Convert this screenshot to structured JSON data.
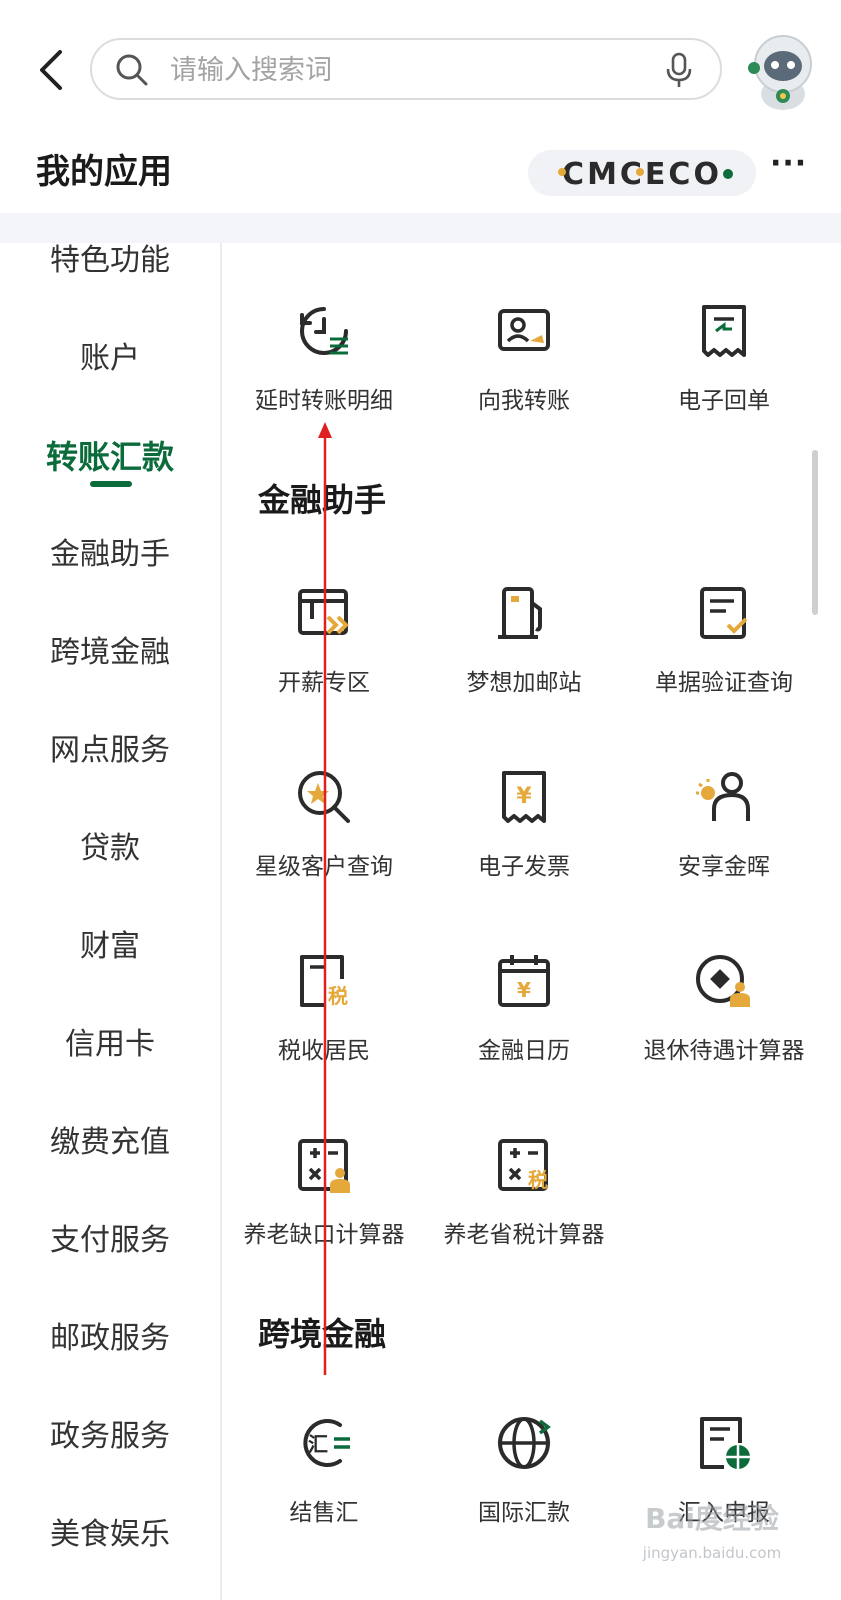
{
  "search": {
    "placeholder": "请输入搜索词"
  },
  "header": {
    "title": "我的应用",
    "more_label": "···"
  },
  "brand": {
    "logo_text": "CMCECO"
  },
  "sidebar": {
    "items": [
      {
        "label": "特色功能"
      },
      {
        "label": "账户"
      },
      {
        "label": "转账汇款",
        "active": true
      },
      {
        "label": "金融助手"
      },
      {
        "label": "跨境金融"
      },
      {
        "label": "网点服务"
      },
      {
        "label": "贷款"
      },
      {
        "label": "财富"
      },
      {
        "label": "信用卡"
      },
      {
        "label": "缴费充值"
      },
      {
        "label": "支付服务"
      },
      {
        "label": "邮政服务"
      },
      {
        "label": "政务服务"
      },
      {
        "label": "美食娱乐"
      }
    ]
  },
  "transfer": {
    "items": [
      {
        "label": "延时转账明细",
        "icon": "delay-transfer-icon"
      },
      {
        "label": "向我转账",
        "icon": "transfer-to-me-icon"
      },
      {
        "label": "电子回单",
        "icon": "e-receipt-icon"
      }
    ]
  },
  "finance": {
    "title": "金融助手",
    "items": [
      {
        "label": "开薪专区",
        "icon": "salary-zone-icon"
      },
      {
        "label": "梦想加邮站",
        "icon": "dream-station-icon"
      },
      {
        "label": "单据验证查询",
        "icon": "document-verify-icon"
      },
      {
        "label": "星级客户查询",
        "icon": "star-customer-search-icon"
      },
      {
        "label": "电子发票",
        "icon": "e-invoice-icon"
      },
      {
        "label": "安享金晖",
        "icon": "senior-care-icon"
      },
      {
        "label": "税收居民",
        "icon": "tax-resident-icon"
      },
      {
        "label": "金融日历",
        "icon": "finance-calendar-icon"
      },
      {
        "label": "退休待遇计算器",
        "icon": "retirement-calculator-icon"
      },
      {
        "label": "养老缺口计算器",
        "icon": "pension-gap-calculator-icon"
      },
      {
        "label": "养老省税计算器",
        "icon": "pension-tax-calculator-icon"
      }
    ]
  },
  "cross_border": {
    "title": "跨境金融",
    "items": [
      {
        "label": "结售汇",
        "icon": "fx-exchange-icon"
      },
      {
        "label": "国际汇款",
        "icon": "international-remit-icon"
      },
      {
        "label": "汇入申报",
        "icon": "inbound-declare-icon"
      }
    ]
  },
  "badges": {
    "tax_char": "税",
    "yuan_char": "¥"
  },
  "watermark": {
    "text": "Bai度经验",
    "url_text": "jingyan.baidu.com"
  },
  "colors": {
    "accent_green": "#0b6b3a",
    "accent_orange": "#e5a83b",
    "arrow_red": "#e02020"
  }
}
